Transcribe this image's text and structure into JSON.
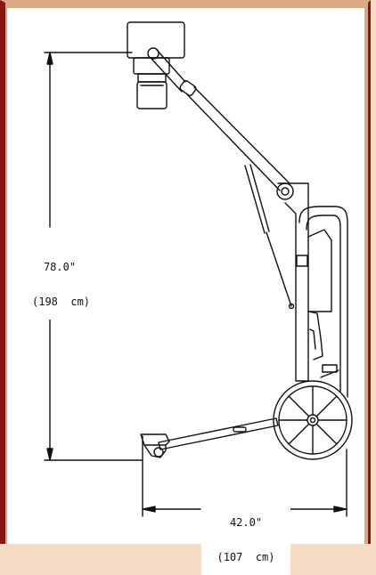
{
  "height_dimension": {
    "imperial": "78.0\"",
    "metric": "(198  cm)"
  },
  "length_dimension": {
    "imperial": "42.0\"",
    "metric": "(107  cm)"
  },
  "colors": {
    "frame": "#8a1414",
    "border": "#d9a982",
    "line": "#111111",
    "background": "#ffffff"
  }
}
